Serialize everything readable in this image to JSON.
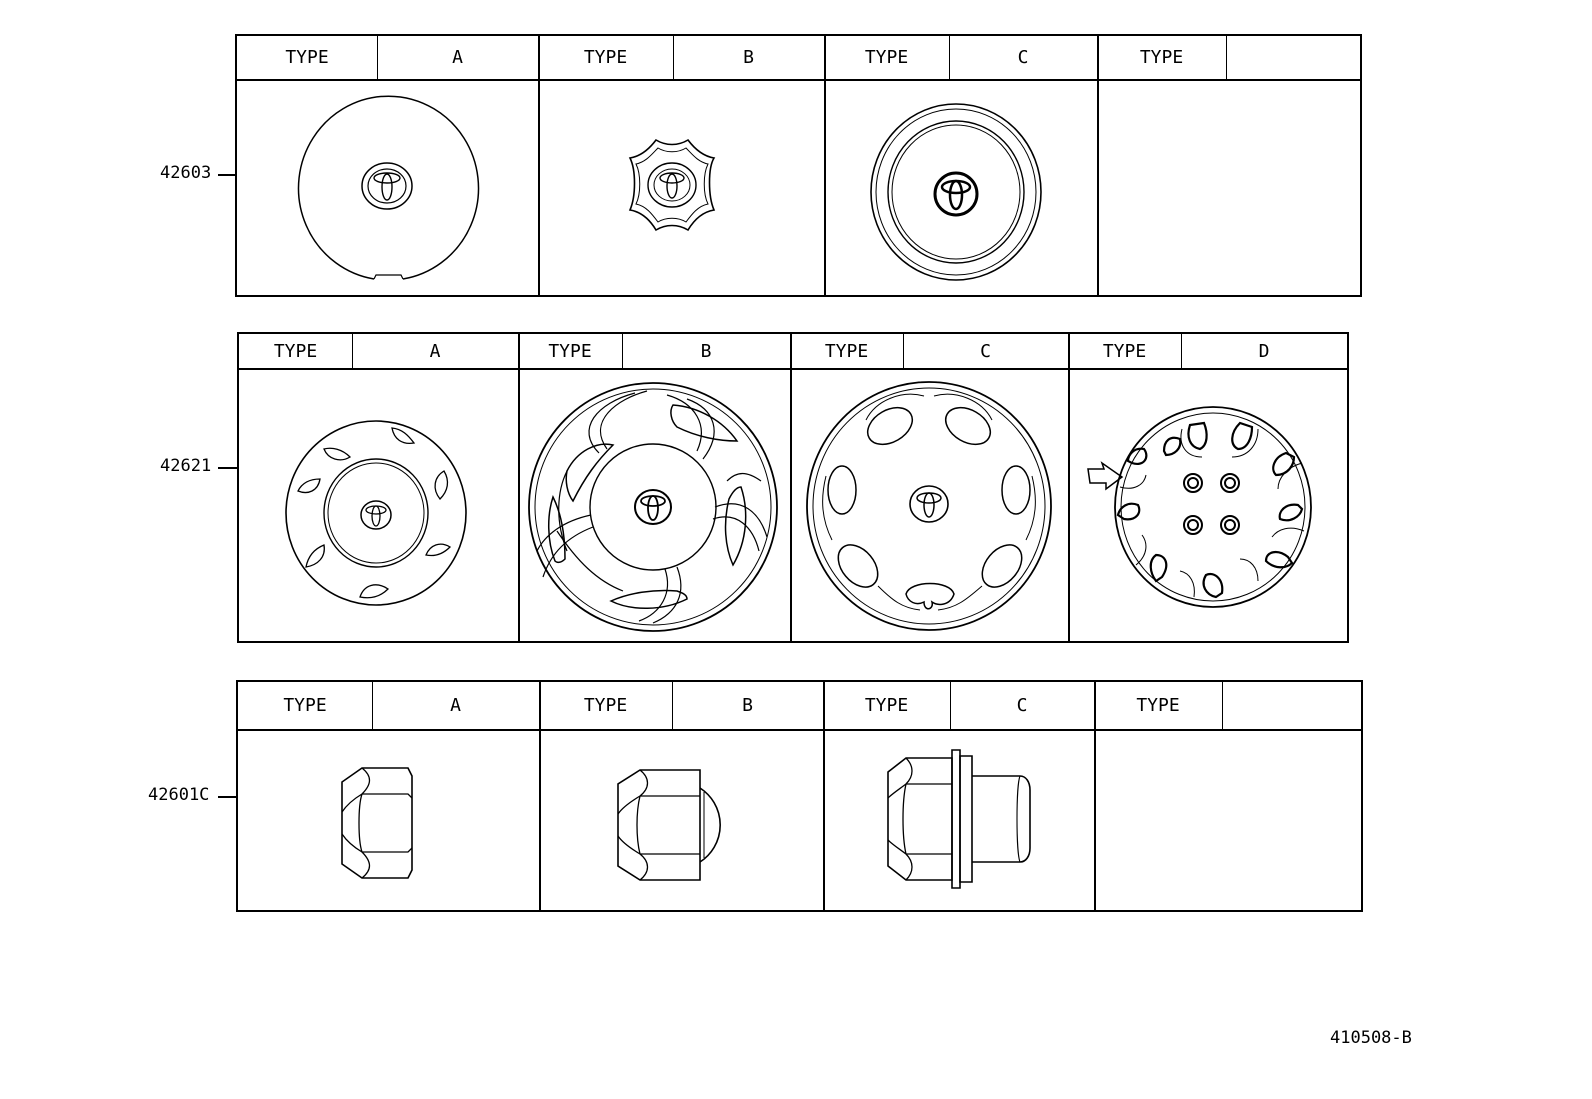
{
  "sections": [
    {
      "part_number": "42603",
      "columns": [
        {
          "type_label": "TYPE",
          "type_value": "A",
          "illustration": "wheel-center-cap-flat-icon"
        },
        {
          "type_label": "TYPE",
          "type_value": "B",
          "illustration": "wheel-center-cap-cross-icon"
        },
        {
          "type_label": "TYPE",
          "type_value": "C",
          "illustration": "wheel-center-cap-ring-icon"
        },
        {
          "type_label": "TYPE",
          "type_value": "",
          "illustration": ""
        }
      ]
    },
    {
      "part_number": "42621",
      "columns": [
        {
          "type_label": "TYPE",
          "type_value": "A",
          "illustration": "wheel-cap-six-slot-icon"
        },
        {
          "type_label": "TYPE",
          "type_value": "B",
          "illustration": "wheel-cap-swirl-icon"
        },
        {
          "type_label": "TYPE",
          "type_value": "C",
          "illustration": "wheel-cap-oval-slot-icon"
        },
        {
          "type_label": "TYPE",
          "type_value": "D",
          "illustration": "wheel-cover-ten-slot-icon"
        }
      ]
    },
    {
      "part_number": "42601C",
      "columns": [
        {
          "type_label": "TYPE",
          "type_value": "A",
          "illustration": "hex-lug-nut-icon"
        },
        {
          "type_label": "TYPE",
          "type_value": "B",
          "illustration": "acorn-cap-nut-icon"
        },
        {
          "type_label": "TYPE",
          "type_value": "C",
          "illustration": "flanged-cap-nut-icon"
        },
        {
          "type_label": "TYPE",
          "type_value": "",
          "illustration": ""
        }
      ]
    }
  ],
  "diagram_code": "410508-B"
}
